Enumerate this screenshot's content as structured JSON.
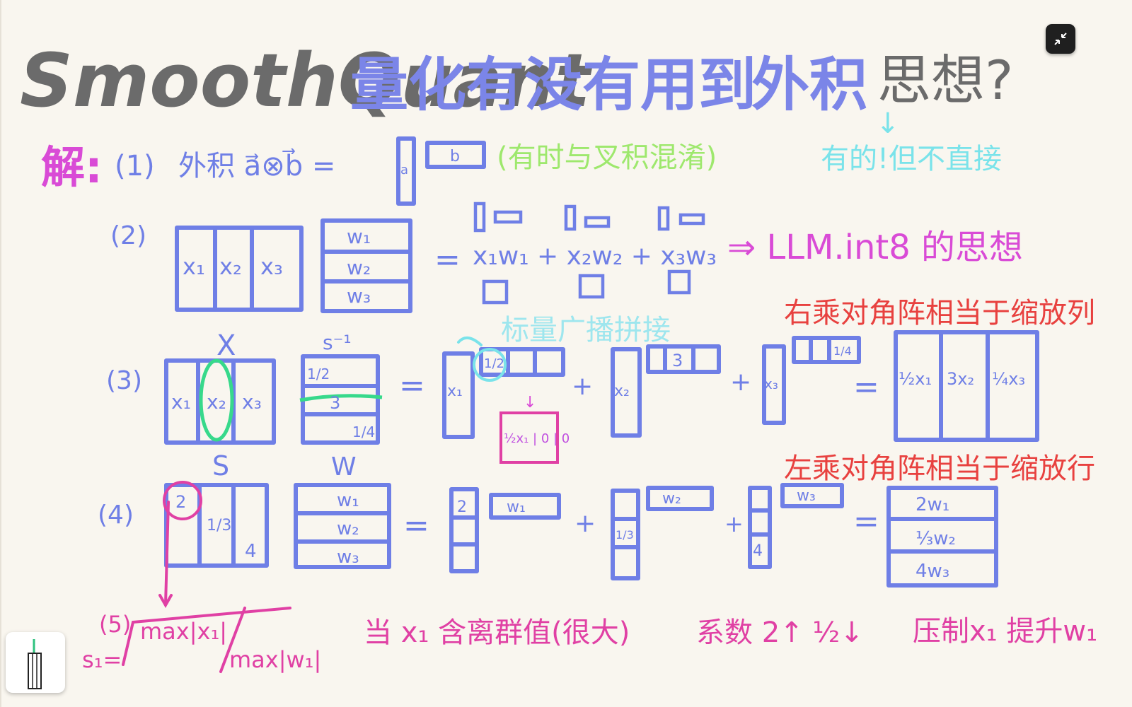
{
  "title": {
    "part1": "SmoothQuant",
    "part2": "量化有没有用到",
    "part3": "外积",
    "part4": "思想?"
  },
  "answer_label": "解:",
  "row1": {
    "num": "(1)",
    "text": "外积 a⃗⊗b⃗ =",
    "vec_a": "a",
    "vec_b": "b",
    "note": "(有时与叉积混淆)",
    "arrow": "↓",
    "reply": "有的!但不直接"
  },
  "row2": {
    "num": "(2)",
    "x_cells": [
      "x₁",
      "x₂",
      "x₃"
    ],
    "w_cells": [
      "w₁",
      "w₂",
      "w₃"
    ],
    "eq": "=",
    "expr": "x₁w₁ + x₂w₂ + x₃w₃",
    "conclusion": "⇒ LLM.int8 的思想"
  },
  "row3": {
    "num": "(3)",
    "x_label": "X",
    "s_label": "s⁻¹",
    "x_cells": [
      "x₁",
      "x₂",
      "x₃"
    ],
    "s_vals": [
      "1/2",
      "3",
      "1/4"
    ],
    "eq": "=",
    "terms": [
      {
        "col": "x₁",
        "row_val": "1/2"
      },
      {
        "col": "x₂",
        "row_val": "3"
      },
      {
        "col": "x₃",
        "row_val": "1/4"
      }
    ],
    "broadcast_note": "标量广播拼接",
    "broadcast_result": "½x₁ | 0 | 0",
    "result_cells": [
      "½x₁",
      "3x₂",
      "¼x₃"
    ],
    "right_note": "右乘对角阵相当于缩放列"
  },
  "row4": {
    "num": "(4)",
    "s_label": "S",
    "w_label": "W",
    "s_vals": [
      "2",
      "1/3",
      "4"
    ],
    "w_cells": [
      "w₁",
      "w₂",
      "w₃"
    ],
    "eq": "=",
    "terms": [
      {
        "col": "2",
        "row_val": "w₁"
      },
      {
        "col": "1/3",
        "row_val": "w₂"
      },
      {
        "col": "4",
        "row_val": "w₃"
      }
    ],
    "result_cells": [
      "2w₁",
      "⅓w₂",
      "4w₃"
    ],
    "left_note": "左乘对角阵相当于缩放行"
  },
  "row5": {
    "num": "(5)",
    "formula_lhs": "s₁=",
    "formula_num": "max|x₁|",
    "formula_den": "max|w₁|",
    "text1": "当 x₁ 含离群值(很大)",
    "text2": "系数 2↑ ½↓",
    "text3": "压制x₁ 提升w₁"
  },
  "colors": {
    "background": "#f9f6ef",
    "title_gray": "#6b6b6b",
    "blue": "#6f7fe6",
    "pink": "#e040a4",
    "red": "#e8413f",
    "green": "#9ee86d",
    "cyan": "#7ae3ea",
    "magenta": "#c04fe0",
    "highlight_green": "#37d98b"
  },
  "icons": {
    "collapse": "collapse-arrows-icon",
    "thumbnail": "page-thumbnail-icon"
  }
}
